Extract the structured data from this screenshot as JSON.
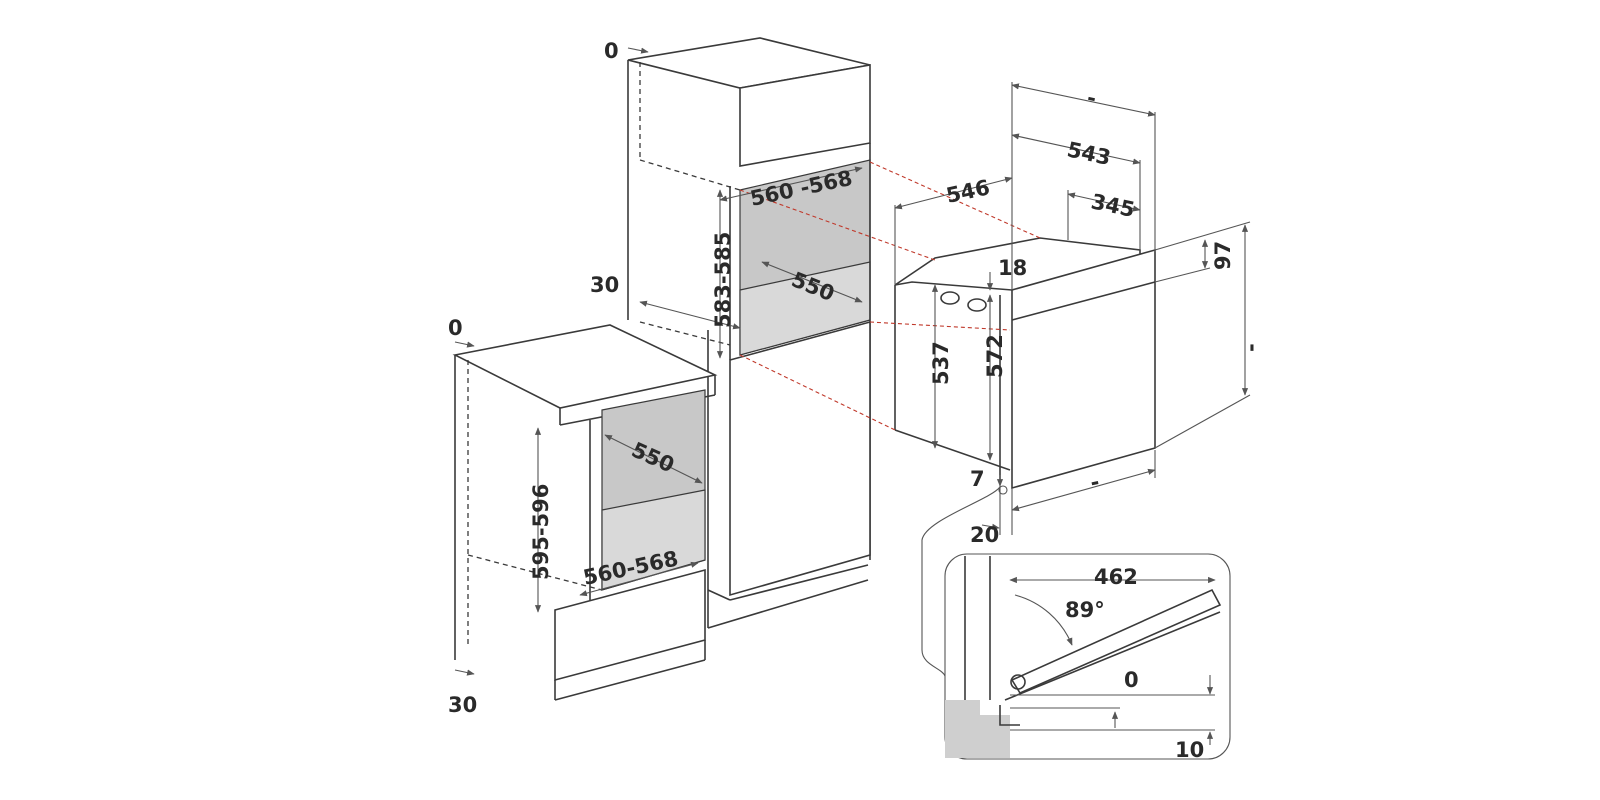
{
  "colors": {
    "line": "#3a3a3a",
    "cavity_gray": "#c8c8c8",
    "guide_red": "#c0392b",
    "background": "#ffffff"
  },
  "labels": {
    "tall_top_offset": "0",
    "tall_side_offset": "30",
    "tall_width": "560 -568",
    "tall_height": "583-585",
    "tall_depth": "550",
    "low_top_offset": "0",
    "low_bottom_offset": "30",
    "low_depth": "550",
    "low_height": "595-596",
    "low_width": "560-568",
    "oven_overall_depth": "546",
    "oven_top_depth": "543",
    "oven_back_depth": "345",
    "oven_top_gap": "18",
    "oven_front_top": "97",
    "oven_body_height": "537",
    "oven_front_height": "572",
    "oven_bottom_gap": "7",
    "oven_front_thickness": "20",
    "door_open_depth": "462",
    "door_angle": "89°",
    "door_clearance": "0",
    "door_floor_offset": "10",
    "dash_top": "-",
    "dash_right": "-",
    "dash_bottom": "-"
  }
}
